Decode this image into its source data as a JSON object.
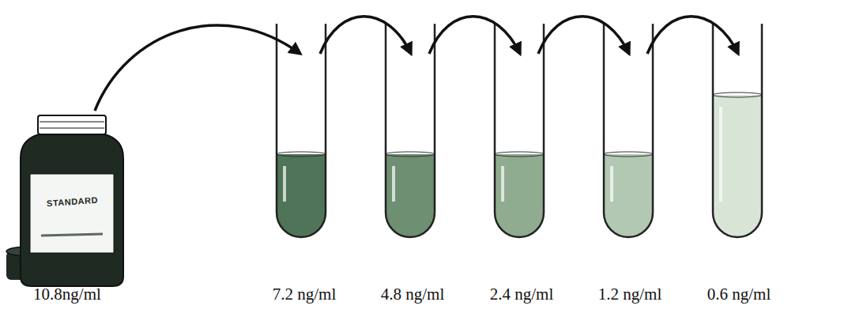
{
  "diagram": {
    "nodes": [
      {
        "text": [
          "STANDARD"
        ]
      }
    ],
    "labels": [
      "10.8ng/ml",
      "7.2 ng/ml",
      "4.8 ng/ml",
      "2.4 ng/ml",
      "1.2 ng/ml",
      "0.6 ng/ml"
    ]
  }
}
